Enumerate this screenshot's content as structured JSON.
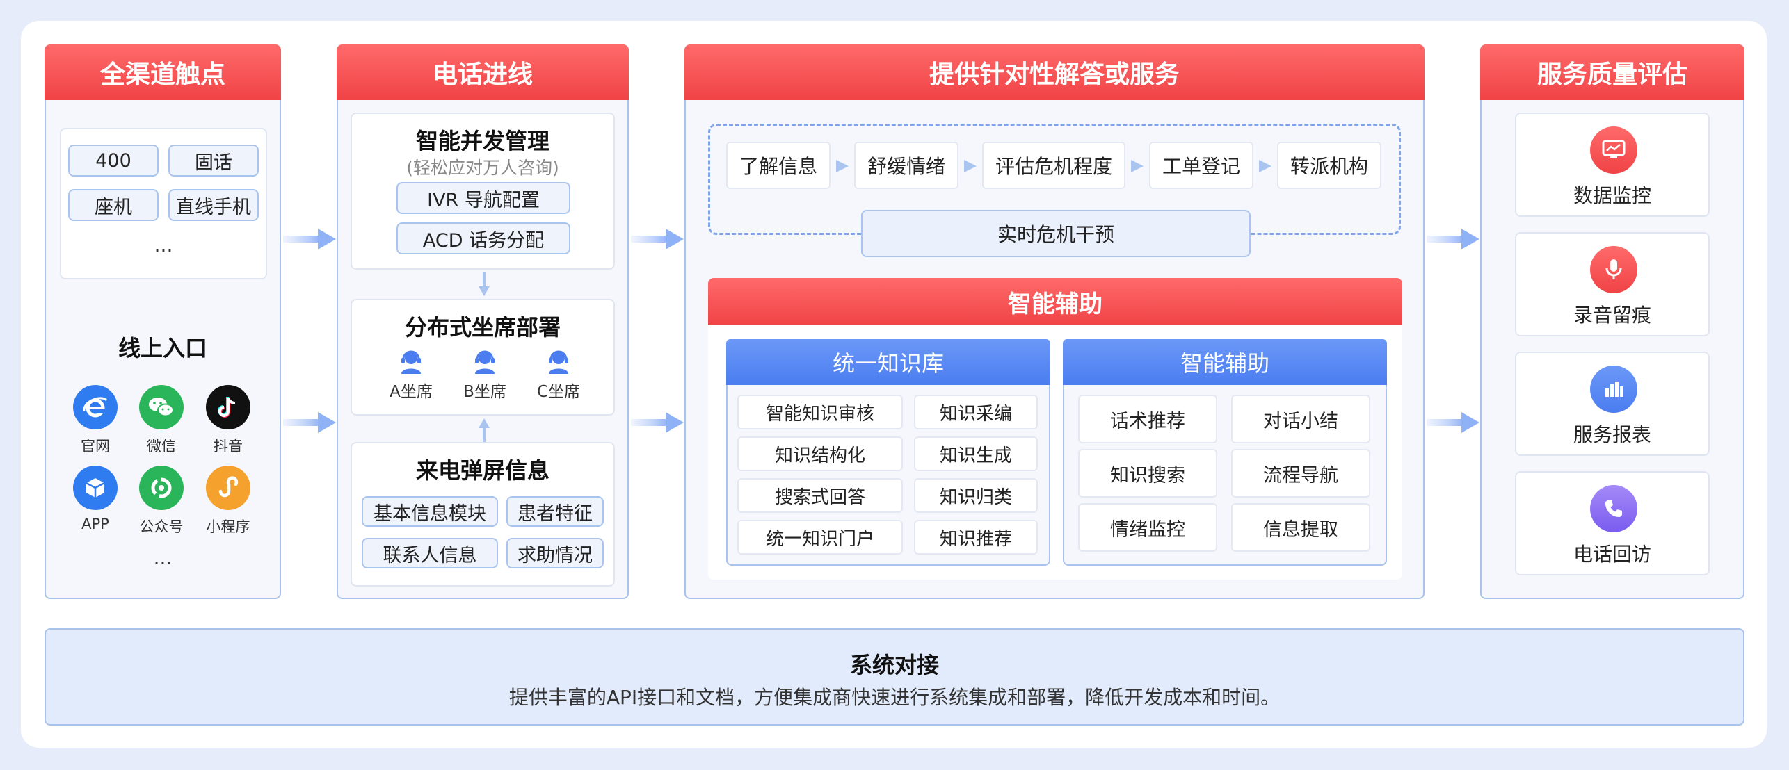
{
  "columns": {
    "channels": {
      "title": "全渠道触点",
      "phone_items": [
        "400",
        "固话",
        "座机",
        "直线手机"
      ],
      "phone_more": "...",
      "online_title": "线上入口",
      "online_items": [
        {
          "label": "官网",
          "icon": "ie-icon",
          "color": "#2f7bf0"
        },
        {
          "label": "微信",
          "icon": "wechat-icon",
          "color": "#2bb55a"
        },
        {
          "label": "抖音",
          "icon": "douyin-icon",
          "color": "#111111"
        },
        {
          "label": "APP",
          "icon": "app-cube-icon",
          "color": "#2f7bf0"
        },
        {
          "label": "公众号",
          "icon": "official-account-icon",
          "color": "#2bb55a"
        },
        {
          "label": "小程序",
          "icon": "mini-program-icon",
          "color": "#f5a12e"
        }
      ],
      "online_more": "..."
    },
    "incoming": {
      "title": "电话进线",
      "concurrency": {
        "title": "智能并发管理",
        "subtitle": "(轻松应对万人咨询)",
        "items": [
          "IVR 导航配置",
          "ACD 话务分配"
        ]
      },
      "distributed": {
        "title": "分布式坐席部署",
        "seats": [
          "A坐席",
          "B坐席",
          "C坐席"
        ]
      },
      "popup": {
        "title": "来电弹屏信息",
        "items": [
          "基本信息模块",
          "患者特征",
          "联系人信息",
          "求助情况"
        ]
      }
    },
    "service": {
      "title": "提供针对性解答或服务",
      "flow": [
        "了解信息",
        "舒缓情绪",
        "评估危机程度",
        "工单登记",
        "转派机构"
      ],
      "intervention": "实时危机干预",
      "assist_title": "智能辅助",
      "knowledge": {
        "title": "统一知识库",
        "items": [
          "智能知识审核",
          "知识采编",
          "知识结构化",
          "知识生成",
          "搜索式回答",
          "知识归类",
          "统一知识门户",
          "知识推荐"
        ]
      },
      "assist": {
        "title": "智能辅助",
        "items": [
          "话术推荐",
          "对话小结",
          "知识搜索",
          "流程导航",
          "情绪监控",
          "信息提取"
        ]
      }
    },
    "quality": {
      "title": "服务质量评估",
      "items": [
        {
          "label": "数据监控",
          "icon": "monitor-chart-icon",
          "color": "#f0474a"
        },
        {
          "label": "录音留痕",
          "icon": "microphone-icon",
          "color": "#f0474a"
        },
        {
          "label": "服务报表",
          "icon": "bar-chart-icon",
          "color": "#4b7df0"
        },
        {
          "label": "电话回访",
          "icon": "phone-icon",
          "color": "#8a6cf0"
        }
      ]
    }
  },
  "footer": {
    "title": "系统对接",
    "description": "提供丰富的API接口和文档，方便集成商快速进行系统集成和部署，降低开发成本和时间。"
  },
  "colors": {
    "accent_red": "#f04346",
    "accent_blue": "#4b7df0",
    "border_blue": "#aac3ec",
    "background": "#e6ecf9"
  }
}
